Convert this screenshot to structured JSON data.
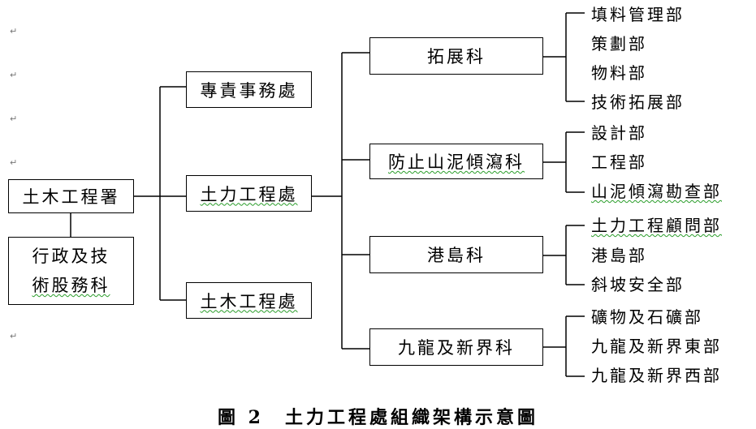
{
  "chart": {
    "root": "土木工程署",
    "admin": [
      "行政及技",
      "術股務科"
    ],
    "offices": [
      "專責事務處",
      "土力工程處",
      "土木工程處"
    ],
    "divisions": [
      "拓展科",
      "防止山泥傾瀉科",
      "港島科",
      "九龍及新界科"
    ],
    "units": [
      [
        "填料管理部",
        "策劃部",
        "物料部",
        "技術拓展部"
      ],
      [
        "設計部",
        "工程部",
        "山泥傾瀉勘查部"
      ],
      [
        "土力工程顧問部",
        "港島部",
        "斜坡安全部"
      ],
      [
        "礦物及石礦部",
        "九龍及新界東部",
        "九龍及新界西部"
      ]
    ],
    "caption": "圖 2　土力工程處組織架構示意圖"
  }
}
